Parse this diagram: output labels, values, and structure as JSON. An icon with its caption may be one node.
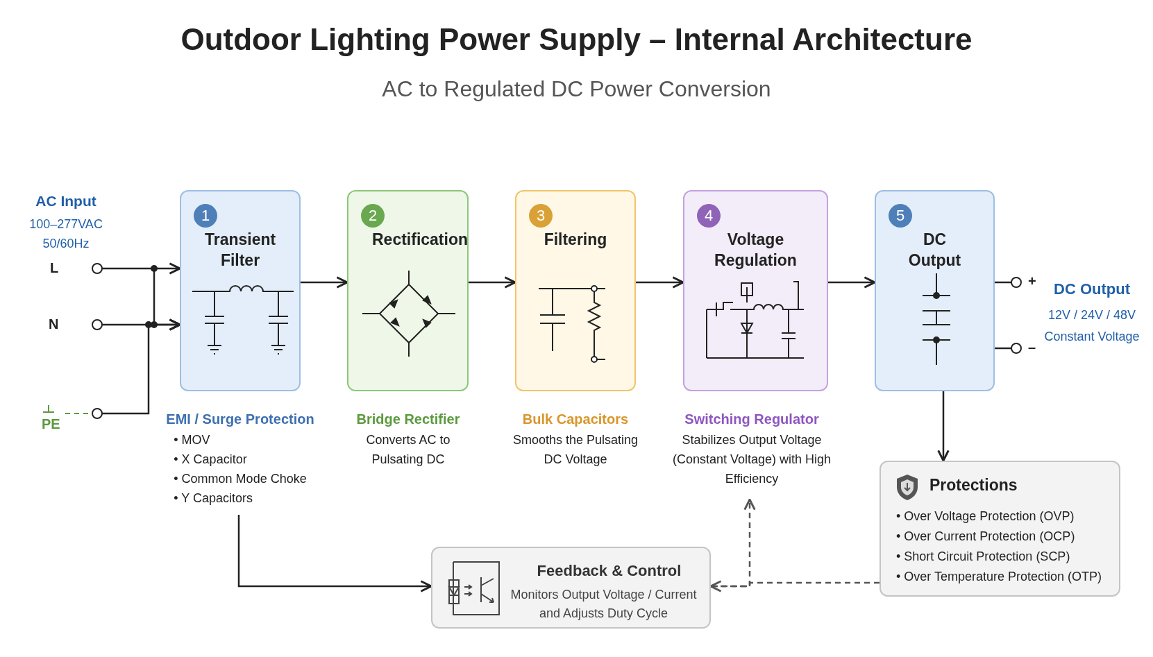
{
  "diagram": {
    "title": "Outdoor Lighting Power Supply – Internal Architecture",
    "nodes": [
      {
        "text": [],
        "shape": "circle",
        "beside": [
          "L"
        ]
      },
      {
        "text": [],
        "shape": "circle",
        "beside": [
          "N"
        ]
      },
      {
        "text": [],
        "shape": "circle",
        "beside": [
          "PE"
        ]
      },
      {
        "text": [
          "1",
          "Transient Filter"
        ],
        "beside": [
          "EMI / Surge Protection",
          "• MOV",
          "• X Capacitor",
          "• Common Mode Choke",
          "• Y Capacitors"
        ]
      },
      {
        "text": [
          "2",
          "Rectification"
        ],
        "beside": [
          "Bridge Rectifier",
          "Converts AC to Pulsating DC"
        ]
      },
      {
        "text": [
          "3",
          "Filtering"
        ],
        "beside": [
          "Bulk Capacitors",
          "Smooths the Pulsating DC Voltage"
        ]
      },
      {
        "text": [
          "4",
          "Voltage Regulation"
        ],
        "beside": [
          "Switching Regulator",
          "Stabilizes Output Voltage (Constant Voltage) with High Efficiency"
        ]
      },
      {
        "text": [
          "5",
          "DC Output"
        ]
      },
      {
        "text": [],
        "shape": "circle",
        "beside": [
          "+"
        ]
      },
      {
        "text": [],
        "shape": "circle",
        "beside": [
          "–"
        ]
      },
      {
        "text": [
          "Protections",
          "• Over Voltage Protection (OVP)",
          "• Over Current Protection (OCP)",
          "• Short Circuit Protection (SCP)",
          "• Over Temperature Protection (OTP)"
        ]
      },
      {
        "text": [
          "Feedback & Control",
          "Monitors Output Voltage / Current and Adjusts Duty Cycle"
        ]
      }
    ],
    "edges": [
      {
        "from": 0,
        "to": 3,
        "arrow": "to"
      },
      {
        "from": 1,
        "to": 3,
        "arrow": "to"
      },
      {
        "from": 2,
        "to": 3,
        "arrow": "to"
      },
      {
        "from": 3,
        "to": 4,
        "arrow": "to"
      },
      {
        "from": 4,
        "to": 5,
        "arrow": "to"
      },
      {
        "from": 5,
        "to": 6,
        "arrow": "to"
      },
      {
        "from": 6,
        "to": 7,
        "arrow": "to"
      },
      {
        "from": 7,
        "to": 8,
        "arrow": "none"
      },
      {
        "from": 7,
        "to": 9,
        "arrow": "none"
      },
      {
        "from": 7,
        "to": 10,
        "arrow": "to"
      },
      {
        "from": 3,
        "to": 11,
        "arrow": "to"
      },
      {
        "from": 10,
        "to": 11,
        "arrow": "to",
        "style": "dashed"
      },
      {
        "from": 11,
        "to": 6,
        "arrow": "to",
        "style": "dashed"
      }
    ],
    "labels": [
      "AC to Regulated DC Power Conversion",
      "AC Input",
      "100–277VAC",
      "50/60Hz",
      "DC Output",
      "12V / 24V / 48V",
      "Constant Voltage"
    ]
  }
}
